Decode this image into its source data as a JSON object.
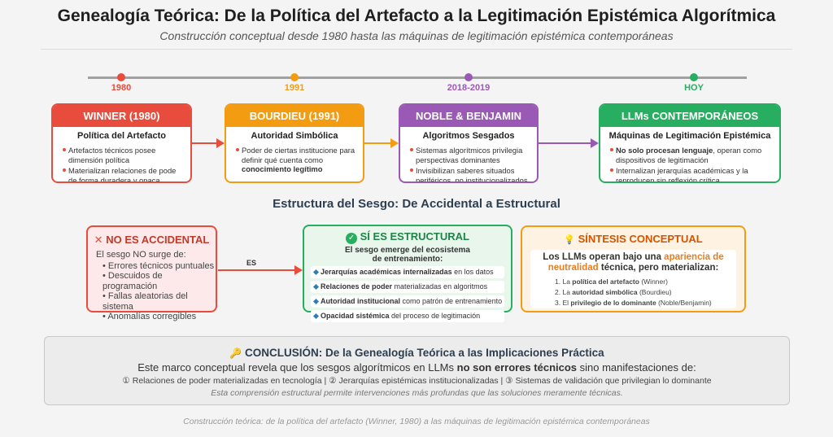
{
  "title": "Genealogía Teórica: De la Política del Artefacto a la Legitimación Epistémica Algorítmica",
  "subtitle": "Construcción conceptual desde 1980 hasta las máquinas de legitimación epistémica contemporáneas",
  "timeline": [
    {
      "label": "1980",
      "color": "#e74c3c"
    },
    {
      "label": "1991",
      "color": "#f39c12"
    },
    {
      "label": "2018-2019",
      "color": "#9b59b6"
    },
    {
      "label": "HOY",
      "color": "#27ae60"
    }
  ],
  "cards": [
    {
      "head": "WINNER (1980)",
      "color": "#e74c3c",
      "sub": "Política del Artefacto",
      "items": [
        {
          "pre": "Artefactos técnicos posee dimensión política",
          "bold": "",
          "post": ""
        },
        {
          "pre": "Materializan relaciones de pode de forma duradera y opaca",
          "bold": "",
          "post": ""
        }
      ]
    },
    {
      "head": "BOURDIEU (1991)",
      "color": "#f39c12",
      "sub": "Autoridad Simbólica",
      "items": [
        {
          "pre": "Poder de ciertas institucione para definir qué cuenta como ",
          "bold": "conocimiento legítimo",
          "post": ""
        }
      ]
    },
    {
      "head": "NOBLE & BENJAMIN",
      "color": "#9b59b6",
      "sub": "Algoritmos Sesgados",
      "items": [
        {
          "pre": "Sistemas algorítmicos privilegia perspectivas dominantes",
          "bold": "",
          "post": ""
        },
        {
          "pre": "Invisibilizan saberes situados periféricos, no institucionalizados",
          "bold": "",
          "post": ""
        }
      ]
    },
    {
      "head": "LLMs CONTEMPORÁNEOS",
      "color": "#27ae60",
      "sub": "Máquinas de Legitimación Epistémica",
      "items": [
        {
          "pre": "",
          "bold": "No solo procesan lenguaje",
          "post": ", operan como dispositivos de legitimación"
        },
        {
          "pre": "Internalizan jerarquías académicas y la reproducen sin reflexión crítica",
          "bold": "",
          "post": ""
        }
      ]
    }
  ],
  "section_title": "Estructura del Sesgo: De Accidental a Estructural",
  "accidental": {
    "icon": "✕",
    "title": "NO ES ACCIDENTAL",
    "intro": "El sesgo NO surge de:",
    "items": [
      "Errores técnicos puntuales",
      "Descuidos de programación",
      "Fallas aleatorias del sistema",
      "Anomalías corregibles"
    ]
  },
  "arrow_label": "ES",
  "estructural": {
    "icon": "✓",
    "title": "SÍ ES ESTRUCTURAL",
    "intro_line1": "El sesgo emerge del ecosistema",
    "intro_line2": "de entrenamiento:",
    "items": [
      {
        "bold": "Jerarquías académicas internalizadas",
        "rest": " en los datos"
      },
      {
        "bold": "Relaciones de poder",
        "rest": " materializadas en algoritmos"
      },
      {
        "bold": "Autoridad institucional",
        "rest": " como patrón de entrenamiento"
      },
      {
        "bold": "Opacidad sistémica",
        "rest": " del proceso de legitimación"
      }
    ]
  },
  "sintesis": {
    "icon": "💡",
    "title": "SÍNTESIS CONCEPTUAL",
    "text_a": "Los LLMs operan bajo una ",
    "text_b": "apariencia de neutralidad",
    "text_c": " técnica, pero materializan:",
    "items": [
      {
        "num": "1.",
        "pre": "La ",
        "bold": "política del artefacto",
        "post": " (Winner)"
      },
      {
        "num": "2.",
        "pre": "La ",
        "bold": "autoridad simbólica",
        "post": " (Bourdieu)"
      },
      {
        "num": "3.",
        "pre": "El ",
        "bold": "privilegio de lo dominante",
        "post": " (Noble/Benjamin)"
      }
    ]
  },
  "conclusion": {
    "icon": "🔑",
    "title": "CONCLUSIÓN: De la Genealogía Teórica a las Implicaciones Práctica",
    "line_a": "Este marco conceptual revela que los sesgos algorítmicos en LLMs ",
    "line_b": "no son errores técnicos",
    "line_c": " sino manifestaciones de:",
    "points": "① Relaciones de poder materializadas en tecnología | ② Jerarquías epistémicas institucionalizadas | ③ Sistemas de validación que privilegian lo dominante",
    "note": "Esta comprensión estructural permite intervenciones más profundas que las soluciones meramente técnicas."
  },
  "footer": "Construcción teórica: de la política del artefacto (Winner, 1980) a las máquinas de legitimación epistémica contemporáneas"
}
